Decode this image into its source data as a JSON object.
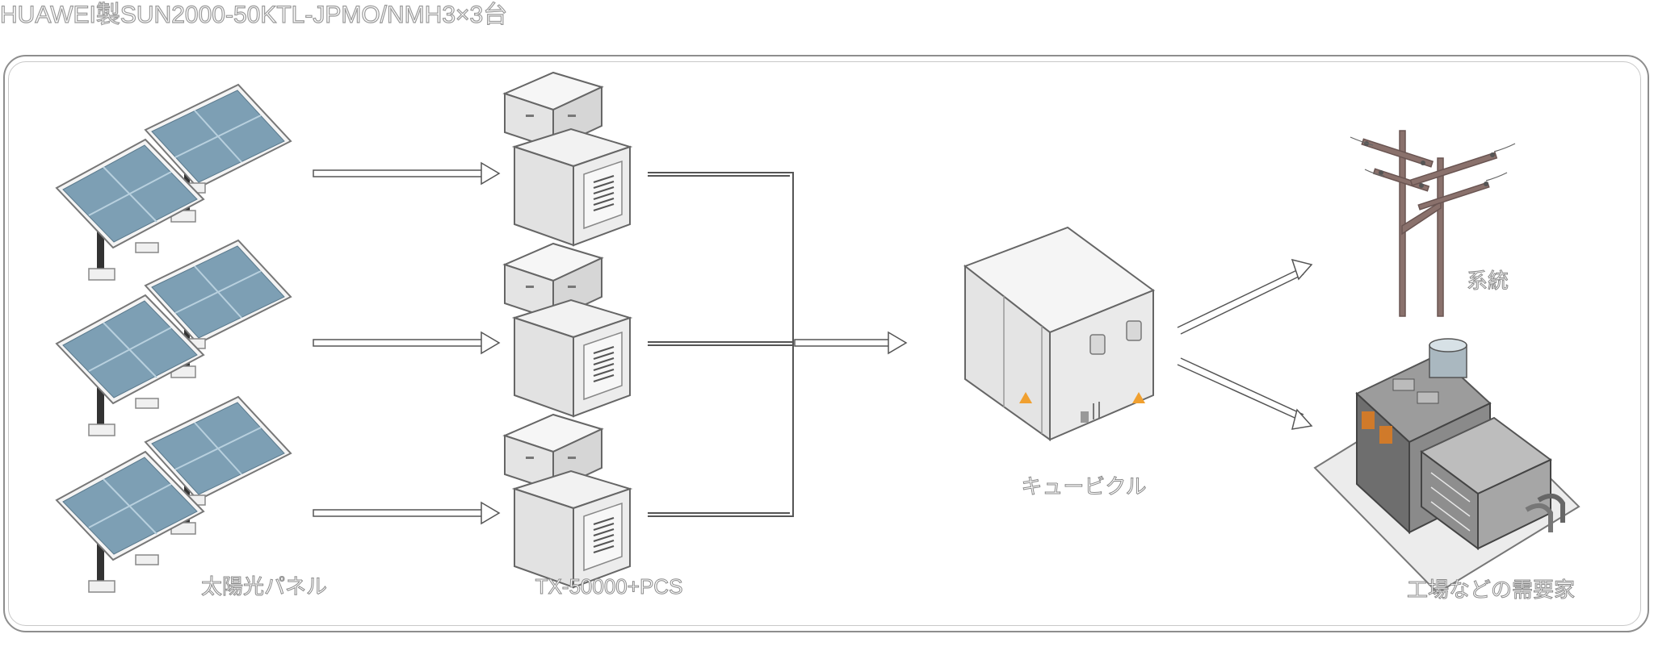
{
  "header": {
    "title": "HUAWEI製SUN2000-50KTL-JPMO/NMH3×3台"
  },
  "labels": {
    "solar_panel": "太陽光パネル",
    "pcs": "TX-50000+PCS",
    "cubicle": "キュービクル",
    "grid": "系統",
    "consumer": "工場などの需要家"
  },
  "colors": {
    "panel": "#7d9fb4",
    "panel_grid": "#a8c3d3",
    "cabinet": "#ececec",
    "pole": "#8a716c",
    "line": "#555555"
  }
}
